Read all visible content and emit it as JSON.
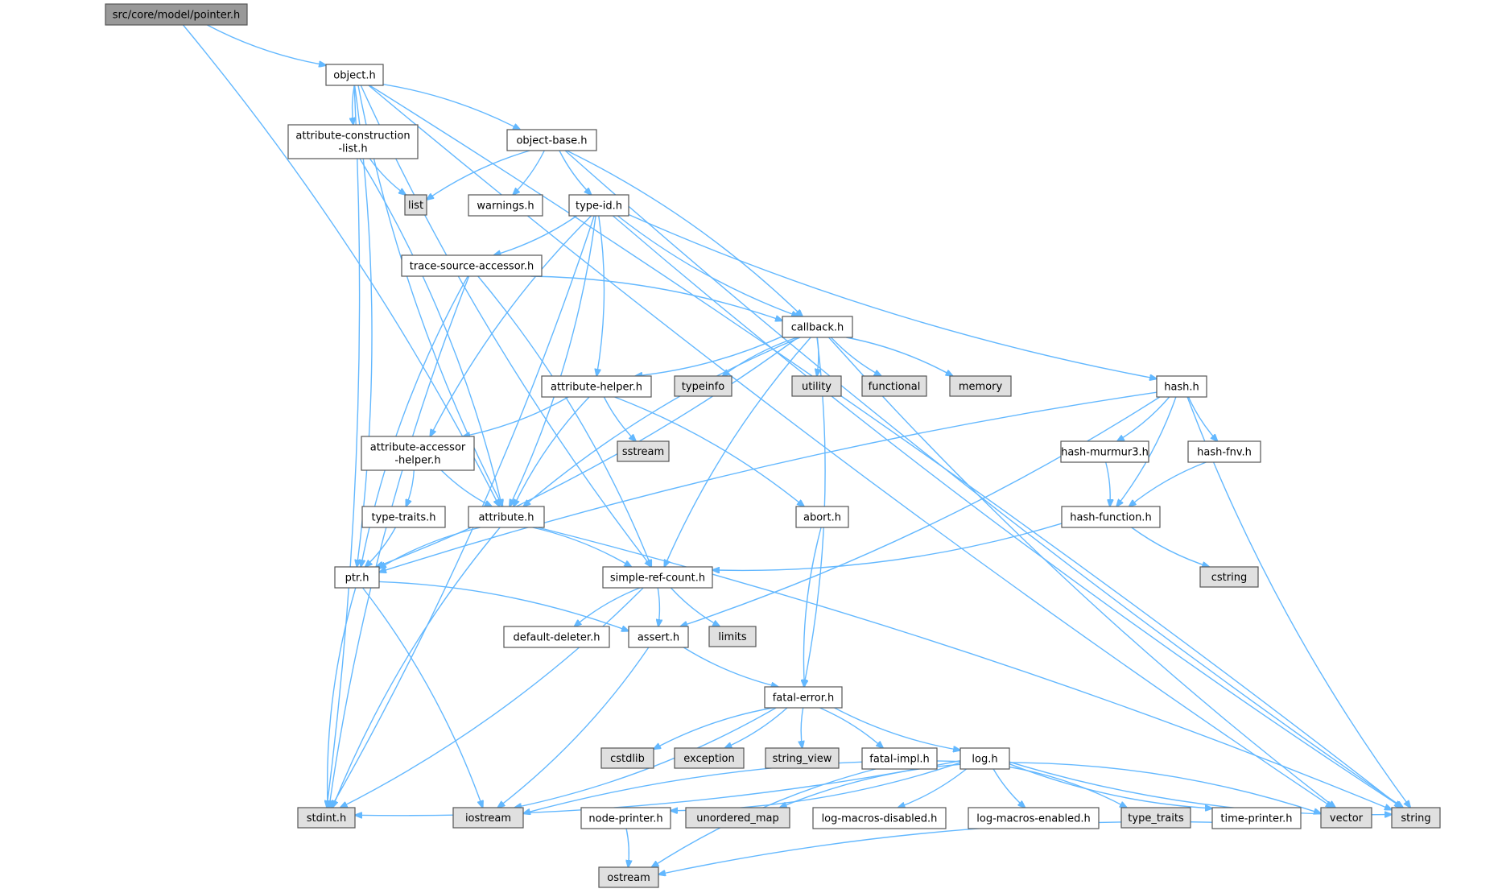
{
  "graph_title": "src/core/model/pointer.h",
  "colors": {
    "root_fill": "#999999",
    "header_fill": "#ffffff",
    "system_fill": "#e0e0e0",
    "border": "#555555",
    "edge": "#63b8ff"
  },
  "nodes": [
    {
      "id": "pointer",
      "label": "src/core/model/pointer.h",
      "kind": "root"
    },
    {
      "id": "object",
      "label": "object.h",
      "kind": "header"
    },
    {
      "id": "attrconst",
      "label": "attribute-construction\n-list.h",
      "kind": "header"
    },
    {
      "id": "objectbase",
      "label": "object-base.h",
      "kind": "header"
    },
    {
      "id": "list",
      "label": "list",
      "kind": "system"
    },
    {
      "id": "warnings",
      "label": "warnings.h",
      "kind": "header"
    },
    {
      "id": "typeid",
      "label": "type-id.h",
      "kind": "header"
    },
    {
      "id": "tracesrc",
      "label": "trace-source-accessor.h",
      "kind": "header"
    },
    {
      "id": "callback",
      "label": "callback.h",
      "kind": "header"
    },
    {
      "id": "attrhelper",
      "label": "attribute-helper.h",
      "kind": "header"
    },
    {
      "id": "typeinfo",
      "label": "typeinfo",
      "kind": "system"
    },
    {
      "id": "utility",
      "label": "utility",
      "kind": "system"
    },
    {
      "id": "functional",
      "label": "functional",
      "kind": "system"
    },
    {
      "id": "memory",
      "label": "memory",
      "kind": "system"
    },
    {
      "id": "hash",
      "label": "hash.h",
      "kind": "header"
    },
    {
      "id": "sstream",
      "label": "sstream",
      "kind": "system"
    },
    {
      "id": "attracc",
      "label": "attribute-accessor\n-helper.h",
      "kind": "header"
    },
    {
      "id": "murmur",
      "label": "hash-murmur3.h",
      "kind": "header"
    },
    {
      "id": "fnv",
      "label": "hash-fnv.h",
      "kind": "header"
    },
    {
      "id": "typetraits",
      "label": "type-traits.h",
      "kind": "header"
    },
    {
      "id": "attribute",
      "label": "attribute.h",
      "kind": "header"
    },
    {
      "id": "abort",
      "label": "abort.h",
      "kind": "header"
    },
    {
      "id": "hashfunc",
      "label": "hash-function.h",
      "kind": "header"
    },
    {
      "id": "ptr",
      "label": "ptr.h",
      "kind": "header"
    },
    {
      "id": "simpleref",
      "label": "simple-ref-count.h",
      "kind": "header"
    },
    {
      "id": "cstring",
      "label": "cstring",
      "kind": "system"
    },
    {
      "id": "defdeleter",
      "label": "default-deleter.h",
      "kind": "header"
    },
    {
      "id": "assert",
      "label": "assert.h",
      "kind": "header"
    },
    {
      "id": "limits",
      "label": "limits",
      "kind": "system"
    },
    {
      "id": "fatalerror",
      "label": "fatal-error.h",
      "kind": "header"
    },
    {
      "id": "cstdlib",
      "label": "cstdlib",
      "kind": "system"
    },
    {
      "id": "exception",
      "label": "exception",
      "kind": "system"
    },
    {
      "id": "stringview",
      "label": "string_view",
      "kind": "system"
    },
    {
      "id": "fatalimpl",
      "label": "fatal-impl.h",
      "kind": "header"
    },
    {
      "id": "log",
      "label": "log.h",
      "kind": "header"
    },
    {
      "id": "stdint",
      "label": "stdint.h",
      "kind": "system"
    },
    {
      "id": "iostream",
      "label": "iostream",
      "kind": "system"
    },
    {
      "id": "nodeprinter",
      "label": "node-printer.h",
      "kind": "header"
    },
    {
      "id": "unorderedmap",
      "label": "unordered_map",
      "kind": "system"
    },
    {
      "id": "logdisabled",
      "label": "log-macros-disabled.h",
      "kind": "header"
    },
    {
      "id": "logenabled",
      "label": "log-macros-enabled.h",
      "kind": "header"
    },
    {
      "id": "type_traits",
      "label": "type_traits",
      "kind": "system"
    },
    {
      "id": "timeprinter",
      "label": "time-printer.h",
      "kind": "header"
    },
    {
      "id": "vector",
      "label": "vector",
      "kind": "system"
    },
    {
      "id": "string",
      "label": "string",
      "kind": "system"
    },
    {
      "id": "ostream",
      "label": "ostream",
      "kind": "system"
    }
  ],
  "edges": [
    [
      "pointer",
      "object"
    ],
    [
      "pointer",
      "attribute"
    ],
    [
      "object",
      "attrconst"
    ],
    [
      "object",
      "objectbase"
    ],
    [
      "object",
      "attribute"
    ],
    [
      "object",
      "ptr"
    ],
    [
      "object",
      "simpleref"
    ],
    [
      "object",
      "stdint"
    ],
    [
      "object",
      "vector"
    ],
    [
      "object",
      "string"
    ],
    [
      "attrconst",
      "list"
    ],
    [
      "attrconst",
      "attribute"
    ],
    [
      "objectbase",
      "list"
    ],
    [
      "objectbase",
      "warnings"
    ],
    [
      "objectbase",
      "typeid"
    ],
    [
      "objectbase",
      "callback"
    ],
    [
      "objectbase",
      "string"
    ],
    [
      "typeid",
      "tracesrc"
    ],
    [
      "typeid",
      "callback"
    ],
    [
      "typeid",
      "attrhelper"
    ],
    [
      "typeid",
      "attracc"
    ],
    [
      "typeid",
      "attribute"
    ],
    [
      "typeid",
      "hash"
    ],
    [
      "typeid",
      "stdint"
    ],
    [
      "typeid",
      "string"
    ],
    [
      "tracesrc",
      "callback"
    ],
    [
      "tracesrc",
      "ptr"
    ],
    [
      "tracesrc",
      "simpleref"
    ],
    [
      "tracesrc",
      "stdint"
    ],
    [
      "callback",
      "attrhelper"
    ],
    [
      "callback",
      "typeinfo"
    ],
    [
      "callback",
      "utility"
    ],
    [
      "callback",
      "functional"
    ],
    [
      "callback",
      "memory"
    ],
    [
      "callback",
      "attribute"
    ],
    [
      "callback",
      "ptr"
    ],
    [
      "callback",
      "simpleref"
    ],
    [
      "callback",
      "fatalerror"
    ],
    [
      "callback",
      "vector"
    ],
    [
      "attrhelper",
      "attracc"
    ],
    [
      "attrhelper",
      "sstream"
    ],
    [
      "attrhelper",
      "abort"
    ],
    [
      "attrhelper",
      "attribute"
    ],
    [
      "hash",
      "murmur"
    ],
    [
      "hash",
      "fnv"
    ],
    [
      "hash",
      "hashfunc"
    ],
    [
      "hash",
      "ptr"
    ],
    [
      "hash",
      "assert"
    ],
    [
      "hash",
      "string"
    ],
    [
      "murmur",
      "hashfunc"
    ],
    [
      "fnv",
      "hashfunc"
    ],
    [
      "hashfunc",
      "simpleref"
    ],
    [
      "hashfunc",
      "cstring"
    ],
    [
      "attracc",
      "typetraits"
    ],
    [
      "attracc",
      "attribute"
    ],
    [
      "typetraits",
      "ptr"
    ],
    [
      "attribute",
      "ptr"
    ],
    [
      "attribute",
      "simpleref"
    ],
    [
      "attribute",
      "stdint"
    ],
    [
      "attribute",
      "string"
    ],
    [
      "abort",
      "fatalerror"
    ],
    [
      "ptr",
      "assert"
    ],
    [
      "ptr",
      "stdint"
    ],
    [
      "ptr",
      "iostream"
    ],
    [
      "simpleref",
      "defdeleter"
    ],
    [
      "simpleref",
      "assert"
    ],
    [
      "simpleref",
      "limits"
    ],
    [
      "simpleref",
      "stdint"
    ],
    [
      "assert",
      "fatalerror"
    ],
    [
      "assert",
      "iostream"
    ],
    [
      "fatalerror",
      "cstdlib"
    ],
    [
      "fatalerror",
      "exception"
    ],
    [
      "fatalerror",
      "stringview"
    ],
    [
      "fatalerror",
      "fatalimpl"
    ],
    [
      "fatalerror",
      "log"
    ],
    [
      "fatalerror",
      "iostream"
    ],
    [
      "fatalimpl",
      "ostream"
    ],
    [
      "log",
      "stdint"
    ],
    [
      "log",
      "iostream"
    ],
    [
      "log",
      "nodeprinter"
    ],
    [
      "log",
      "unorderedmap"
    ],
    [
      "log",
      "logdisabled"
    ],
    [
      "log",
      "logenabled"
    ],
    [
      "log",
      "type_traits"
    ],
    [
      "log",
      "timeprinter"
    ],
    [
      "log",
      "vector"
    ],
    [
      "log",
      "string"
    ],
    [
      "nodeprinter",
      "ostream"
    ],
    [
      "timeprinter",
      "ostream"
    ]
  ]
}
